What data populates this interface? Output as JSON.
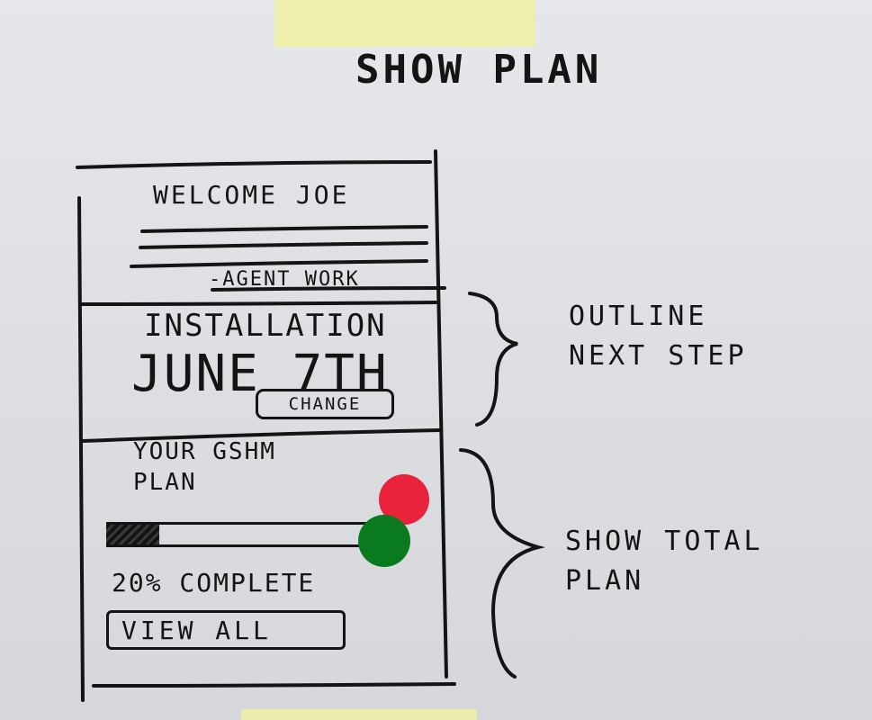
{
  "title": "SHOW PLAN",
  "phone": {
    "welcome": "WELCOME JOE",
    "agent": "-AGENT WORK",
    "installation": {
      "label": "INSTALLATION",
      "date": "JUNE 7TH",
      "change_label": "CHANGE"
    },
    "plan": {
      "title": "YOUR GSHM\nPLAN",
      "progress_percent": 20,
      "progress_text": "20% COMPLETE",
      "view_all_label": "VIEW ALL"
    }
  },
  "annotations": {
    "next_step": "OUTLINE\nNEXT STEP",
    "total_plan": "SHOW TOTAL\nPLAN"
  },
  "colors": {
    "ink": "#141414",
    "paper": "#e0e1e4",
    "tape": "#eef0a0",
    "dot_red": "#e8233b",
    "dot_green": "#0a7a1e"
  }
}
